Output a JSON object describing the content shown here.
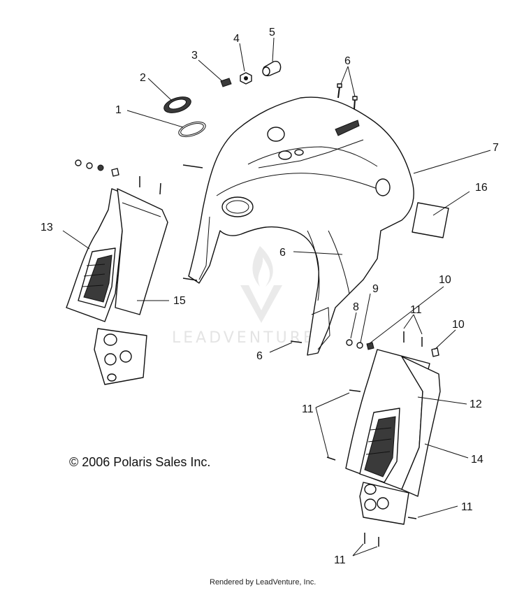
{
  "callouts": {
    "c1": "1",
    "c2": "2",
    "c3": "3",
    "c4": "4",
    "c5": "5",
    "c6a": "6",
    "c6b": "6",
    "c6c": "6",
    "c7": "7",
    "c8": "8",
    "c9": "9",
    "c10a": "10",
    "c10b": "10",
    "c11a": "11",
    "c11b": "11",
    "c11c": "11",
    "c11d": "11",
    "c12": "12",
    "c13": "13",
    "c14": "14",
    "c15": "15",
    "c16": "16"
  },
  "copyright": "© 2006 Polaris Sales Inc.",
  "watermark": "LEADVENTURE",
  "footer": "Rendered by LeadVenture, Inc."
}
